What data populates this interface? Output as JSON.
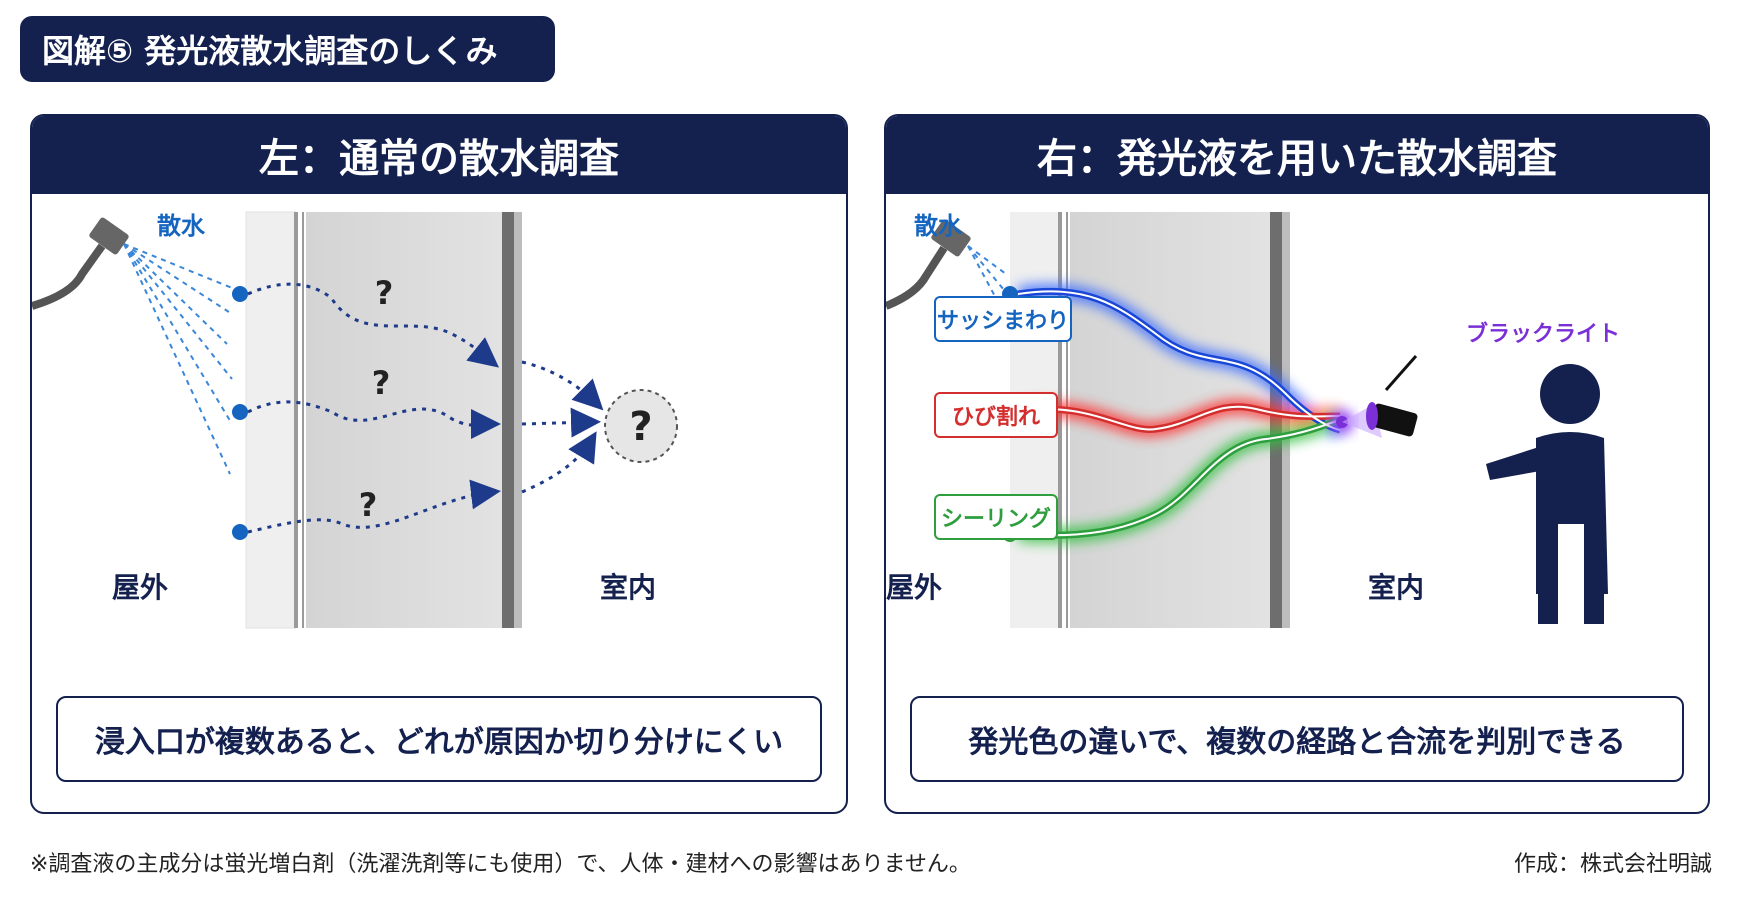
{
  "title": "図解⑤ 発光液散水調査のしくみ",
  "left_panel": {
    "header": "左：通常の散水調査",
    "spray_label": "散水",
    "outside_label": "屋外",
    "inside_label": "室内",
    "question_mark": "?",
    "caption": "浸入口が複数あると、どれが原因か切り分けにくい"
  },
  "right_panel": {
    "header": "右：発光液を用いた散水調査",
    "spray_label": "散水",
    "outside_label": "屋外",
    "inside_label": "室内",
    "tags": [
      "サッシまわり",
      "ひび割れ",
      "シーリング"
    ],
    "blacklight_label": "ブラックライト",
    "caption": "発光色の違いで、複数の経路と合流を判別できる"
  },
  "colors": {
    "navy": "#14214f",
    "blue": "#1565c0",
    "red": "#d32f2f",
    "green": "#2e9e3e",
    "purple": "#7b2fd6"
  },
  "footnote": "※調査液の主成分は蛍光増白剤（洗濯洗剤等にも使用）で、人体・建材への影響はありません。",
  "credit": "作成：株式会社明誠"
}
